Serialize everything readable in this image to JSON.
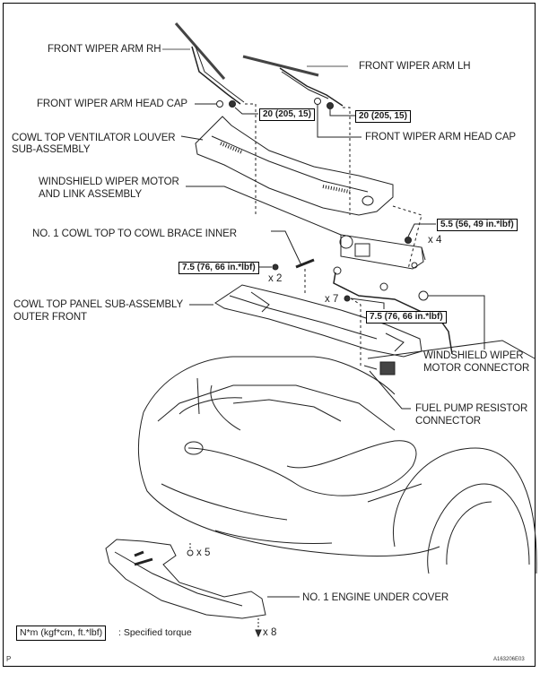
{
  "labels": {
    "wiper_arm_rh": "FRONT WIPER ARM RH",
    "wiper_arm_lh": "FRONT WIPER ARM LH",
    "head_cap_left": "FRONT WIPER ARM HEAD CAP",
    "head_cap_right": "FRONT WIPER ARM HEAD CAP",
    "louver_line1": "COWL TOP VENTILATOR LOUVER",
    "louver_line2": "SUB-ASSEMBLY",
    "motor_line1": "WINDSHIELD WIPER MOTOR",
    "motor_line2": "AND LINK ASSEMBLY",
    "brace": "NO. 1 COWL TOP TO COWL BRACE INNER",
    "panel_line1": "COWL TOP PANEL SUB-ASSEMBLY",
    "panel_line2": "OUTER FRONT",
    "motor_conn_line1": "WINDSHIELD WIPER",
    "motor_conn_line2": "MOTOR CONNECTOR",
    "fuel_line1": "FUEL PUMP RESISTOR",
    "fuel_line2": "CONNECTOR",
    "under_cover": "NO. 1 ENGINE UNDER COVER"
  },
  "torques": {
    "arm_rh": "20 (205, 15)",
    "arm_lh": "20 (205, 15)",
    "motor": "5.5 (56, 49 in.*lbf)",
    "brace": "7.5 (76, 66 in.*lbf)",
    "panel": "7.5 (76, 66 in.*lbf)"
  },
  "quantities": {
    "motor_bolts": "x 4",
    "brace_bolts": "x 2",
    "panel_bolts": "x 7",
    "cover_clips_top": "x 5",
    "cover_clips_bottom": "x 8"
  },
  "legend": {
    "unit": "N*m (kgf*cm, ft.*lbf)",
    "description": ": Specified torque"
  },
  "footer": {
    "page_mark": "P",
    "figure_id": "A163206E03"
  }
}
